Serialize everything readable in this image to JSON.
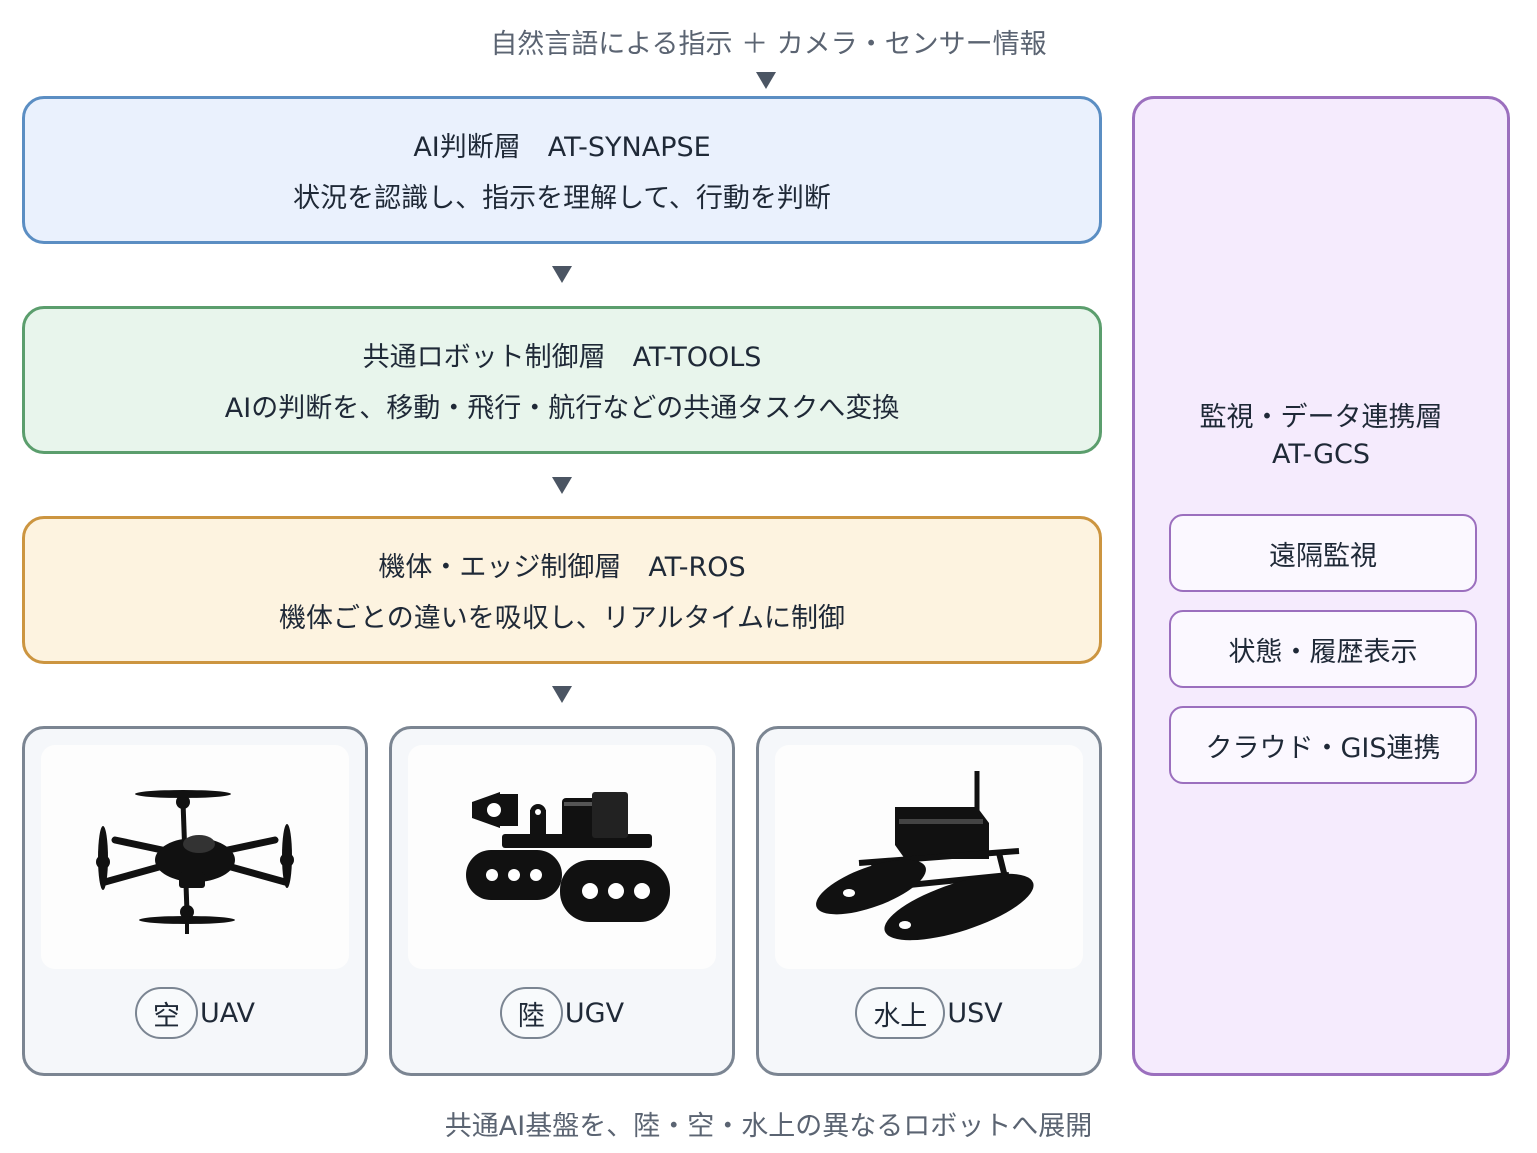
{
  "input_caption": "自然言語による指示 ＋ カメラ・センサー情報",
  "layers": [
    {
      "title": "AI判断層　AT-SYNAPSE",
      "desc": "状況を認識し、指示を理解して、行動を判断",
      "color": "#5b8ec3"
    },
    {
      "title": "共通ロボット制御層　AT-TOOLS",
      "desc": "AIの判断を、移動・飛行・航行などの共通タスクへ変換",
      "color": "#5b9e6d"
    },
    {
      "title": "機体・エッジ制御層　AT-ROS",
      "desc": "機体ごとの違いを吸収し、リアルタイムに制御",
      "color": "#cc9540"
    }
  ],
  "robots": [
    {
      "domain": "空",
      "code": "UAV",
      "icon": "drone-icon"
    },
    {
      "domain": "陸",
      "code": "UGV",
      "icon": "tracked-rover-icon"
    },
    {
      "domain": "水上",
      "code": "USV",
      "icon": "catamaran-boat-icon"
    }
  ],
  "gcs": {
    "title": "監視・データ連携層",
    "subtitle": "AT-GCS",
    "items": [
      "遠隔監視",
      "状態・履歴表示",
      "クラウド・GIS連携"
    ],
    "color": "#9b6fbe"
  },
  "footer_caption": "共通AI基盤を、陸・空・水上の異なるロボットへ展開"
}
